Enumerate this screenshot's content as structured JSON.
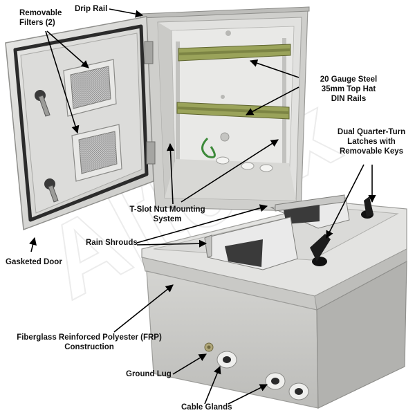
{
  "labels": {
    "removable_filters": "Removable\nFilters (2)",
    "drip_rail": "Drip Rail",
    "din_rails": "20 Gauge Steel\n35mm Top Hat\nDIN Rails",
    "latches": "Dual Quarter-Turn\nLatches with\nRemovable Keys",
    "tslot": "T-Slot Nut Mounting\nSystem",
    "rain_shrouds": "Rain Shrouds",
    "gasketed_door": "Gasketed Door",
    "frp": "Fiberglass Reinforced Polyester (FRP)\nConstruction",
    "ground_lug": "Ground Lug",
    "cable_glands": "Cable Glands"
  },
  "watermark": "Altelix",
  "colors": {
    "enclosure": "#d6d6d4",
    "enclosure_dark": "#b9b9b6",
    "gasket": "#2b2b2b",
    "din_rail": "#9aa35a",
    "latch": "#1c1c1c",
    "arrow": "#000000"
  }
}
